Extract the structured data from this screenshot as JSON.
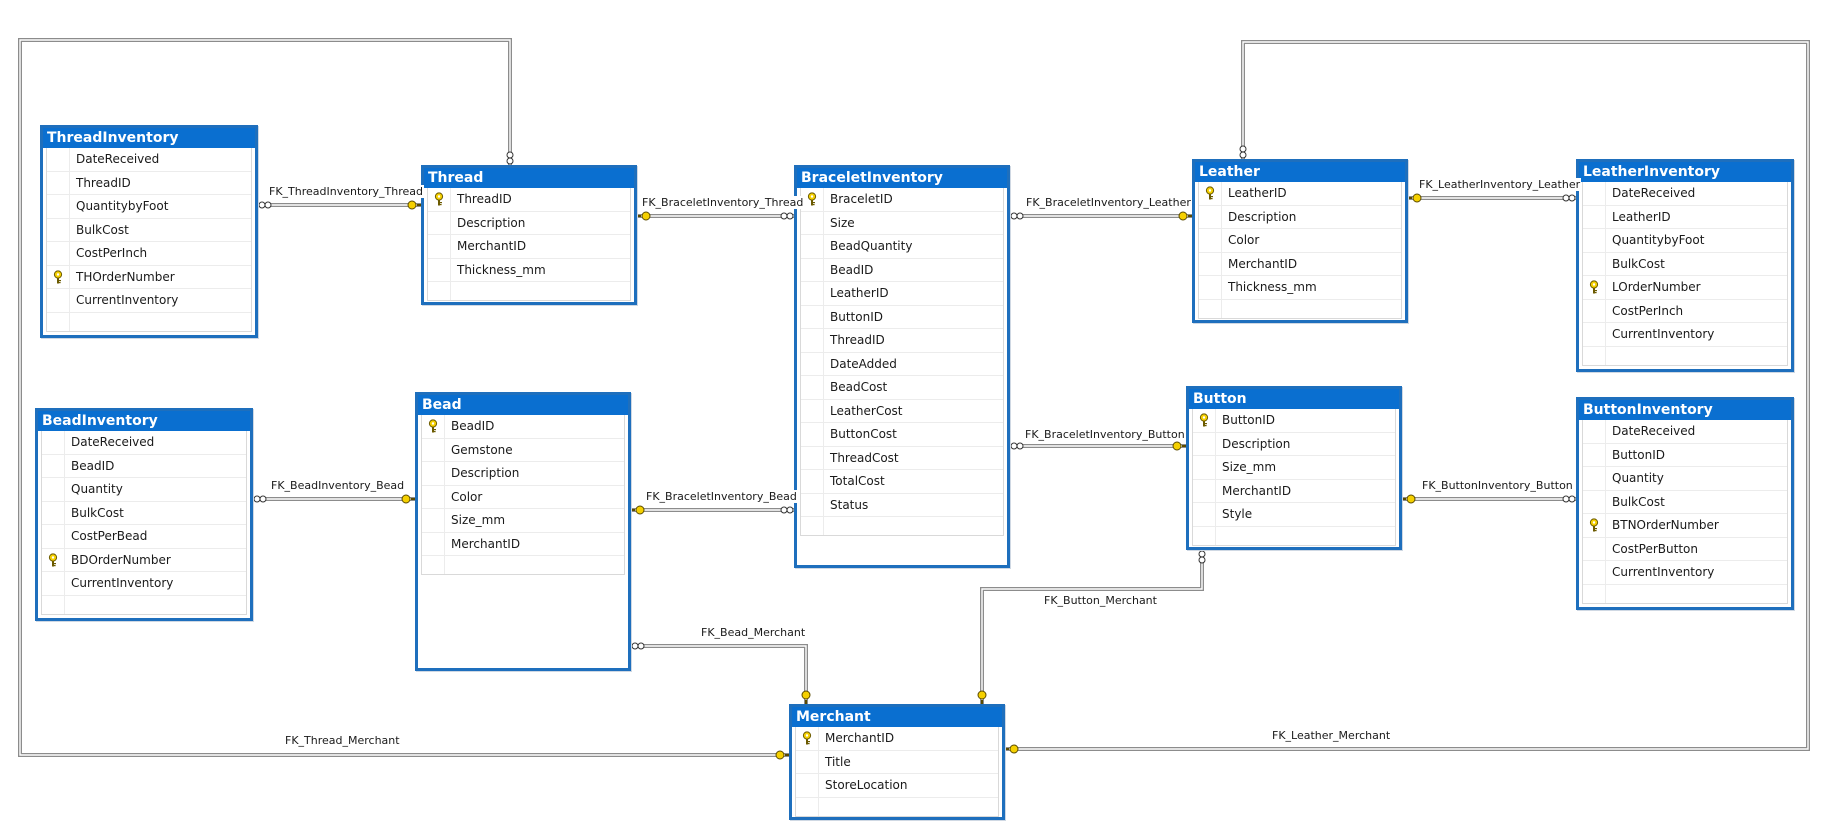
{
  "colors": {
    "table_border": "#1e6fbd",
    "table_header": "#0a6fd0",
    "relationship_line": "#8c8c8c",
    "key_icon": "#f5d000"
  },
  "tables": [
    {
      "id": "ThreadInventory",
      "title": "ThreadInventory",
      "columns": [
        {
          "name": "DateReceived",
          "pk": false
        },
        {
          "name": "ThreadID",
          "pk": false
        },
        {
          "name": "QuantitybyFoot",
          "pk": false
        },
        {
          "name": "BulkCost",
          "pk": false
        },
        {
          "name": "CostPerInch",
          "pk": false
        },
        {
          "name": "THOrderNumber",
          "pk": true
        },
        {
          "name": "CurrentInventory",
          "pk": false
        }
      ]
    },
    {
      "id": "Thread",
      "title": "Thread",
      "columns": [
        {
          "name": "ThreadID",
          "pk": true
        },
        {
          "name": "Description",
          "pk": false
        },
        {
          "name": "MerchantID",
          "pk": false
        },
        {
          "name": "Thickness_mm",
          "pk": false
        }
      ]
    },
    {
      "id": "BraceletInventory",
      "title": "BraceletInventory",
      "columns": [
        {
          "name": "BraceletID",
          "pk": true
        },
        {
          "name": "Size",
          "pk": false
        },
        {
          "name": "BeadQuantity",
          "pk": false
        },
        {
          "name": "BeadID",
          "pk": false
        },
        {
          "name": "LeatherID",
          "pk": false
        },
        {
          "name": "ButtonID",
          "pk": false
        },
        {
          "name": "ThreadID",
          "pk": false
        },
        {
          "name": "DateAdded",
          "pk": false
        },
        {
          "name": "BeadCost",
          "pk": false
        },
        {
          "name": "LeatherCost",
          "pk": false
        },
        {
          "name": "ButtonCost",
          "pk": false
        },
        {
          "name": "ThreadCost",
          "pk": false
        },
        {
          "name": "TotalCost",
          "pk": false
        },
        {
          "name": "Status",
          "pk": false
        }
      ]
    },
    {
      "id": "Leather",
      "title": "Leather",
      "columns": [
        {
          "name": "LeatherID",
          "pk": true
        },
        {
          "name": "Description",
          "pk": false
        },
        {
          "name": "Color",
          "pk": false
        },
        {
          "name": "MerchantID",
          "pk": false
        },
        {
          "name": "Thickness_mm",
          "pk": false
        }
      ]
    },
    {
      "id": "LeatherInventory",
      "title": "LeatherInventory",
      "columns": [
        {
          "name": "DateReceived",
          "pk": false
        },
        {
          "name": "LeatherID",
          "pk": false
        },
        {
          "name": "QuantitybyFoot",
          "pk": false
        },
        {
          "name": "BulkCost",
          "pk": false
        },
        {
          "name": "LOrderNumber",
          "pk": true
        },
        {
          "name": "CostPerInch",
          "pk": false
        },
        {
          "name": "CurrentInventory",
          "pk": false
        }
      ]
    },
    {
      "id": "BeadInventory",
      "title": "BeadInventory",
      "columns": [
        {
          "name": "DateReceived",
          "pk": false
        },
        {
          "name": "BeadID",
          "pk": false
        },
        {
          "name": "Quantity",
          "pk": false
        },
        {
          "name": "BulkCost",
          "pk": false
        },
        {
          "name": "CostPerBead",
          "pk": false
        },
        {
          "name": "BDOrderNumber",
          "pk": true
        },
        {
          "name": "CurrentInventory",
          "pk": false
        }
      ]
    },
    {
      "id": "Bead",
      "title": "Bead",
      "columns": [
        {
          "name": "BeadID",
          "pk": true
        },
        {
          "name": "Gemstone",
          "pk": false
        },
        {
          "name": "Description",
          "pk": false
        },
        {
          "name": "Color",
          "pk": false
        },
        {
          "name": "Size_mm",
          "pk": false
        },
        {
          "name": "MerchantID",
          "pk": false
        }
      ]
    },
    {
      "id": "Button",
      "title": "Button",
      "columns": [
        {
          "name": "ButtonID",
          "pk": true
        },
        {
          "name": "Description",
          "pk": false
        },
        {
          "name": "Size_mm",
          "pk": false
        },
        {
          "name": "MerchantID",
          "pk": false
        },
        {
          "name": "Style",
          "pk": false
        }
      ]
    },
    {
      "id": "ButtonInventory",
      "title": "ButtonInventory",
      "columns": [
        {
          "name": "DateReceived",
          "pk": false
        },
        {
          "name": "ButtonID",
          "pk": false
        },
        {
          "name": "Quantity",
          "pk": false
        },
        {
          "name": "BulkCost",
          "pk": false
        },
        {
          "name": "BTNOrderNumber",
          "pk": true
        },
        {
          "name": "CostPerButton",
          "pk": false
        },
        {
          "name": "CurrentInventory",
          "pk": false
        }
      ]
    },
    {
      "id": "Merchant",
      "title": "Merchant",
      "columns": [
        {
          "name": "MerchantID",
          "pk": true
        },
        {
          "name": "Title",
          "pk": false
        },
        {
          "name": "StoreLocation",
          "pk": false
        }
      ]
    }
  ],
  "relationships": [
    {
      "id": "fk-threadinventory-thread",
      "name": "FK_ThreadInventory_Thread",
      "from": "ThreadInventory",
      "to": "Thread"
    },
    {
      "id": "fk-braceletinventory-thread",
      "name": "FK_BraceletInventory_Thread",
      "from": "BraceletInventory",
      "to": "Thread"
    },
    {
      "id": "fk-braceletinventory-leather",
      "name": "FK_BraceletInventory_Leather",
      "from": "BraceletInventory",
      "to": "Leather"
    },
    {
      "id": "fk-leatherinventory-leather",
      "name": "FK_LeatherInventory_Leather",
      "from": "LeatherInventory",
      "to": "Leather"
    },
    {
      "id": "fk-beadinventory-bead",
      "name": "FK_BeadInventory_Bead",
      "from": "BeadInventory",
      "to": "Bead"
    },
    {
      "id": "fk-braceletinventory-bead",
      "name": "FK_BraceletInventory_Bead",
      "from": "BraceletInventory",
      "to": "Bead"
    },
    {
      "id": "fk-braceletinventory-button",
      "name": "FK_BraceletInventory_Button",
      "from": "BraceletInventory",
      "to": "Button"
    },
    {
      "id": "fk-buttoninventory-button",
      "name": "FK_ButtonInventory_Button",
      "from": "ButtonInventory",
      "to": "Button"
    },
    {
      "id": "fk-button-merchant",
      "name": "FK_Button_Merchant",
      "from": "Button",
      "to": "Merchant"
    },
    {
      "id": "fk-bead-merchant",
      "name": "FK_Bead_Merchant",
      "from": "Bead",
      "to": "Merchant"
    },
    {
      "id": "fk-thread-merchant",
      "name": "FK_Thread_Merchant",
      "from": "Thread",
      "to": "Merchant"
    },
    {
      "id": "fk-leather-merchant",
      "name": "FK_Leather_Merchant",
      "from": "Leather",
      "to": "Merchant"
    }
  ]
}
